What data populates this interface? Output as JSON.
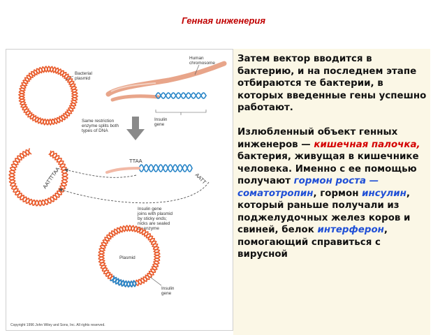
{
  "slide": {
    "title": "Генная инженерия"
  },
  "figure": {
    "labels": {
      "bacterial_plasmid": [
        "Bacterial",
        "plasmid"
      ],
      "human_chromosome": [
        "Human",
        "chromosome"
      ],
      "restriction_enzyme": [
        "Same restriction",
        "enzyme splits both",
        "types of DNA"
      ],
      "insulin_gene_top": [
        "Insulin",
        "gene"
      ],
      "sticky_left_1": "AATT",
      "sticky_left_2": "TTAA",
      "sticky_mid": "TTAA",
      "sticky_right": "AATT",
      "insulin_joins": [
        "Insulin gene",
        "joins with plasmid",
        "by sticky ends;",
        "nicks are sealed",
        "by enzyme"
      ],
      "plasmid": "Plasmid",
      "insulin_gene_bottom": [
        "Insulin",
        "gene"
      ],
      "copyright": "Copyright 1996 John Wiley and Sons, Inc. All rights reserved."
    },
    "colors": {
      "plasmid": "#e85a2a",
      "gene": "#2a86c8",
      "chromosome": "#e8a58a",
      "arrow": "#8a8a8a"
    }
  },
  "panel": {
    "p1": "Затем вектор вводится в бактерию, и на последнем этапе отбираются те бактерии, в которых введенные гены успешно работают.",
    "p2_a": "Излюбленный объект генных инженеров — ",
    "p2_ecoli": "кишечная палочка,",
    "p2_b": " бактерия, живущая в кишечнике человека. Именно с ее помощью получают ",
    "p2_growth": "гормон роста — соматотропин",
    "p2_c": ", гормон ",
    "p2_insulin": "инсулин",
    "p2_d": ", который раньше получали из поджелудочных желез коров и свиней, белок ",
    "p2_interferon": "интерферон",
    "p2_e": ", помогающий справиться с вирусной"
  }
}
